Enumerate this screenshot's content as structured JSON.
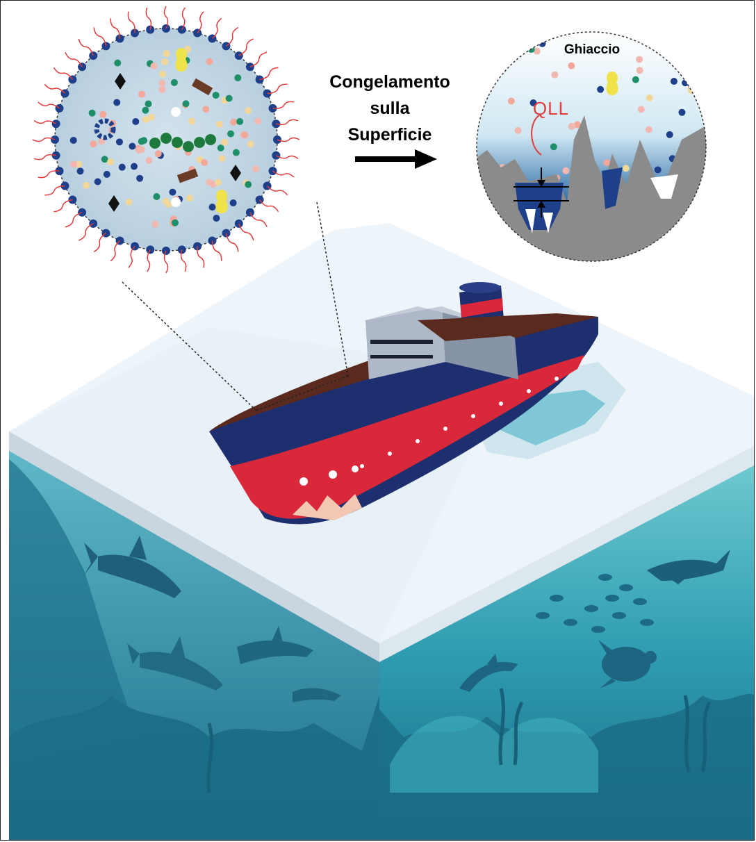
{
  "labels": {
    "freeze_caption_line1": "Congelamento",
    "freeze_caption_line2": "sulla",
    "freeze_caption_line3": "Superficie",
    "ice_label": "Ghiaccio",
    "qll_label": "QLL"
  },
  "colors": {
    "ice_top": "#eef5fa",
    "ice_edge": "#c6d2dc",
    "sea_dark": "#1b6f8a",
    "sea_mid": "#2b97ad",
    "sea_light": "#6cc6cc",
    "hull_navy": "#1d2f6e",
    "hull_red": "#d8283a",
    "deck_brown": "#5a2a1f",
    "droplet_bg": "#bcd3e3",
    "surfactant_head": "#1e3f8a",
    "surfactant_tail": "#e23b3b",
    "rock_grey": "#8b8b8b"
  },
  "icons": [
    "droplet-icon",
    "ship-icon",
    "arrow-right-icon",
    "ice-circle-icon",
    "shark-icon",
    "dolphin-icon",
    "turtle-icon",
    "fish-icon"
  ]
}
